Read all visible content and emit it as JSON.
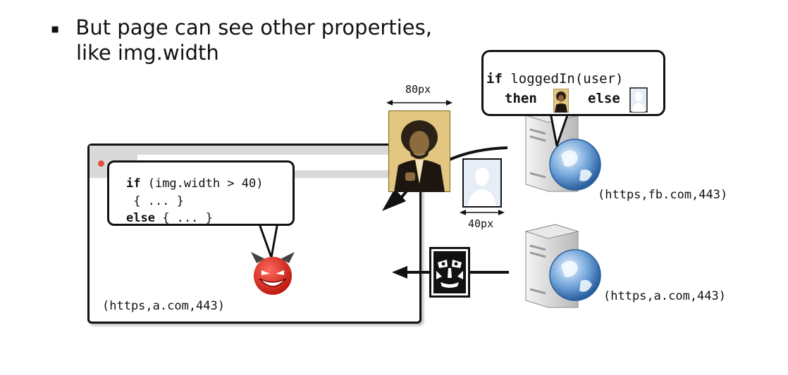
{
  "slide": {
    "bullet_symbol": "▪",
    "bullet_line1": "But page can see other properties,",
    "bullet_line2": "like img.width"
  },
  "browser_code": {
    "line1_kw": "if",
    "line1_rest": " (img.width > 40)",
    "line2": " { ... }",
    "line3_kw": "else",
    "line3_rest": " { ... }"
  },
  "server_code": {
    "if_kw": "if",
    "condition": " loggedIn(user)",
    "then_kw": "then",
    "else_kw": "else"
  },
  "labels": {
    "width_80": "80px",
    "width_40": "40px",
    "origin_browser": "(https,a.com,443)",
    "origin_fb": "(https,fb.com,443)",
    "origin_a": "(https,a.com,443)"
  }
}
